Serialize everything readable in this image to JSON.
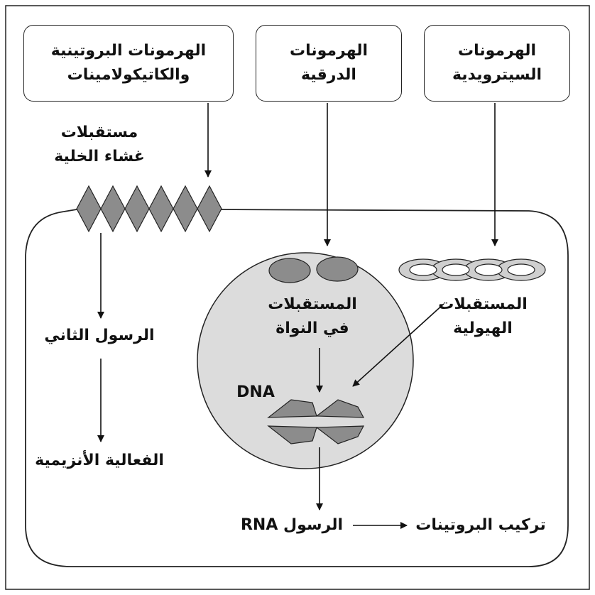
{
  "hormones": {
    "protein": "الهرمونات البروتينية\nوالكاتيكولامينات",
    "thyroid": "الهرمونات\nالدرقية",
    "steroid": "الهرمونات\nالسيترويدية"
  },
  "labels": {
    "membrane_receptors": "مستقبلات\nغشاء الخلية",
    "second_messenger": "الرسول الثاني",
    "enzymatic_activity": "الفعالية الأنزيمية",
    "nuclear_receptors": "المستقبلات\nفي النواة",
    "cytoplasmic_receptors": "المستقبلات\nالهيولية",
    "dna": "DNA",
    "rna_messenger": "الرسول RNA",
    "protein_synthesis": "تركيب البروتينات"
  },
  "colors": {
    "receptor_fill": "#8c8c8c",
    "nucleus_fill": "#dcdcdc",
    "ring_fill": "#cfcfcf",
    "stroke": "#222222"
  }
}
